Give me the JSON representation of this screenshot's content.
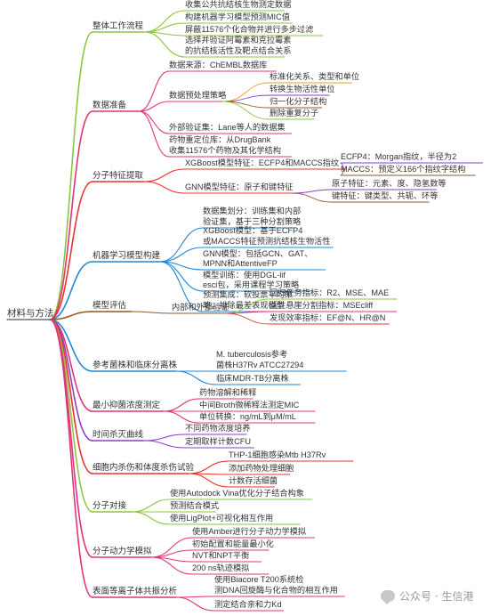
{
  "root": "材料与方法",
  "branches": [
    {
      "label": "整体工作流程",
      "color": "#8cc63f",
      "children": [
        {
          "label": "收集公共抗结核生物测定数据"
        },
        {
          "label": "构建机器学习模型预测MIC值"
        },
        {
          "label": "屏蔽11576个化合物并进行多步过滤"
        },
        {
          "label": "选择并验证阿霉素和克拉霉素的抗结核活性及靶点结合关系"
        }
      ]
    },
    {
      "label": "数据准备",
      "color": "#e0347a",
      "children": [
        {
          "label": "数据来源：ChEMBL数据库"
        },
        {
          "label": "数据预处理策略",
          "children": [
            {
              "label": "标准化关系、类型和单位"
            },
            {
              "label": "转换生物活性单位"
            },
            {
              "label": "归一化分子结构"
            },
            {
              "label": "删除重复分子"
            }
          ]
        },
        {
          "label": "外部验证集：Lane等人的数据集"
        },
        {
          "label": "药物重定位库：从DrugBank收集11576个药物及其化学结构"
        }
      ]
    },
    {
      "label": "分子特征提取",
      "color": "#e8342c",
      "children": [
        {
          "label": "XGBoost模型特征：ECFP4和MACCS指纹",
          "children": [
            {
              "label": "ECFP4：Morgan指纹，半径为2"
            },
            {
              "label": "MACCS：预定义166个指纹字结构"
            }
          ]
        },
        {
          "label": "GNN模型特征：原子和键特征",
          "children": [
            {
              "label": "原子特征：元素、度、隐氢数等"
            },
            {
              "label": "键特征：键类型、共轭、环等"
            }
          ]
        }
      ]
    },
    {
      "label": "机器学习模型构建",
      "color": "#1e88d8",
      "children": [
        {
          "label": "数据集划分：训练集和内部验证集，基于三种分割策略"
        },
        {
          "label": "XGBoost模型：基于ECFP4或MACCS特征预测抗结核生物活性"
        },
        {
          "label": "GNN模型：包括GCN、GAT、MPNN和AttentiveFP"
        },
        {
          "label": "模型训练：使用DGL-lifesci包，采用课程学习策略"
        },
        {
          "label": "预测集成：软投票平均策略，排除最差表现模型"
        }
      ]
    },
    {
      "label": "模型评估",
      "color": "#8b5a2b",
      "children": [
        {
          "label": "内部和外部验证",
          "children": [
            {
              "label": "回归任务指标：R2、MSE、MAE"
            },
            {
              "label": "活性悬崖分割指标：MSEcliff"
            },
            {
              "label": "发现效率指标：EF@N、HR@N"
            }
          ]
        }
      ]
    },
    {
      "label": "参考菌株和临床分离株",
      "color": "#1e88d8",
      "children": [
        {
          "label": "M. tuberculosis参考菌株H37Rv ATCC27294"
        },
        {
          "label": "临床MDR-TB分离株"
        }
      ]
    },
    {
      "label": "最小抑菌浓度测定",
      "color": "#e0347a",
      "children": [
        {
          "label": "药物溶解和稀释"
        },
        {
          "label": "中间Broth微稀释法测定MIC"
        },
        {
          "label": "单位转换：ng/mL到μM/mL"
        }
      ]
    },
    {
      "label": "时间杀灭曲线",
      "color": "#8e3fc7",
      "children": [
        {
          "label": "不同药物浓度培养"
        },
        {
          "label": "定期取样计数CFU"
        }
      ]
    },
    {
      "label": "细胞内杀伤和体度杀伤试验",
      "color": "#e8342c",
      "children": [
        {
          "label": "THP-1细胞感染Mtb H37Rv"
        },
        {
          "label": "添加药物处理细胞"
        },
        {
          "label": "计数存活细菌"
        }
      ]
    },
    {
      "label": "分子对接",
      "color": "#8cc63f",
      "children": [
        {
          "label": "使用Autodock Vina优化分子结合构象"
        },
        {
          "label": "预测结合模式"
        },
        {
          "label": "使用LigPlot+可视化相互作用"
        }
      ]
    },
    {
      "label": "分子动力学模拟",
      "color": "#e0347a",
      "children": [
        {
          "label": "使用Amber进行分子动力学模拟"
        },
        {
          "label": "初始配置和能量最小化"
        },
        {
          "label": "NVT和NPT平衡"
        },
        {
          "label": "200 ns轨迹模拟"
        }
      ]
    },
    {
      "label": "表面等离子体共振分析",
      "color": "#e0347a",
      "children": [
        {
          "label": "使用Biacore T200系统检测DNA回旋酶与化合物的相互作用"
        },
        {
          "label": "测定结合亲和力Kd"
        }
      ]
    }
  ],
  "watermark": {
    "text": "公众号 · 生信港"
  },
  "palette": [
    "#8cc63f",
    "#e0347a",
    "#e8342c",
    "#1e88d8",
    "#f39c12",
    "#8e3fc7",
    "#8b5a2b"
  ]
}
